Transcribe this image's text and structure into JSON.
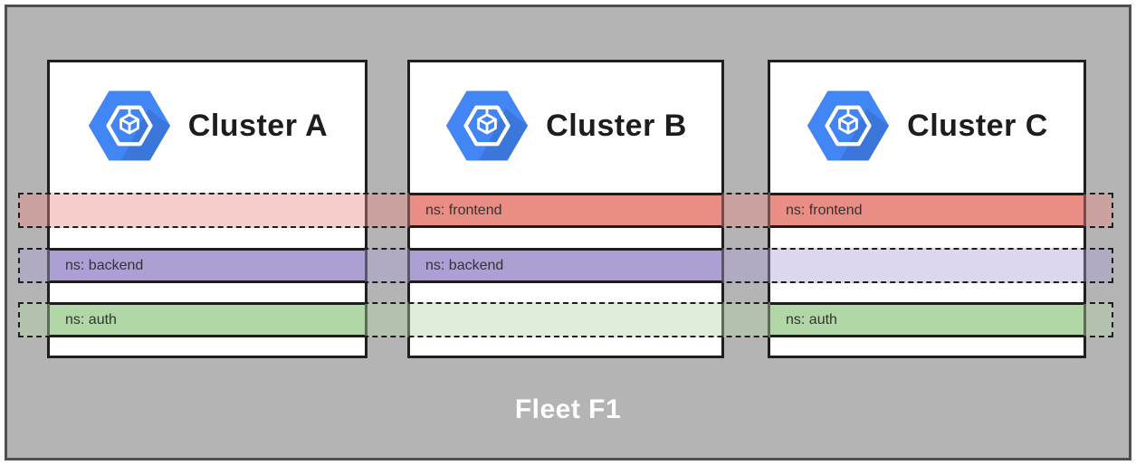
{
  "fleet": {
    "label": "Fleet F1",
    "bg": "#b4b4b4",
    "border_color": "#4f4f4f",
    "label_color": "#ffffff"
  },
  "clusters": [
    {
      "id": "a",
      "title": "Cluster A",
      "icon": "gke-cluster-icon",
      "namespaces_present": [
        "backend",
        "auth"
      ]
    },
    {
      "id": "b",
      "title": "Cluster B",
      "icon": "gke-cluster-icon",
      "namespaces_present": [
        "frontend",
        "backend"
      ]
    },
    {
      "id": "c",
      "title": "Cluster C",
      "icon": "gke-cluster-icon",
      "namespaces_present": [
        "frontend",
        "auth"
      ]
    }
  ],
  "namespaces": [
    {
      "id": "frontend",
      "label": "ns: frontend",
      "color": "#ea8d85",
      "present_in": [
        "b",
        "c"
      ],
      "absent_in": [
        "a"
      ]
    },
    {
      "id": "backend",
      "label": "ns: backend",
      "color": "#ac9fd4",
      "present_in": [
        "a",
        "b"
      ],
      "absent_in": [
        "c"
      ]
    },
    {
      "id": "auth",
      "label": "ns: auth",
      "color": "#b2d7a6",
      "present_in": [
        "a",
        "c"
      ],
      "absent_in": [
        "b"
      ]
    }
  ],
  "style": {
    "cluster_border": "#1f1f1f",
    "dash_color": "#1d1d1d",
    "icon_blue": "#4285f4",
    "faded_alpha_hex": "6b"
  }
}
